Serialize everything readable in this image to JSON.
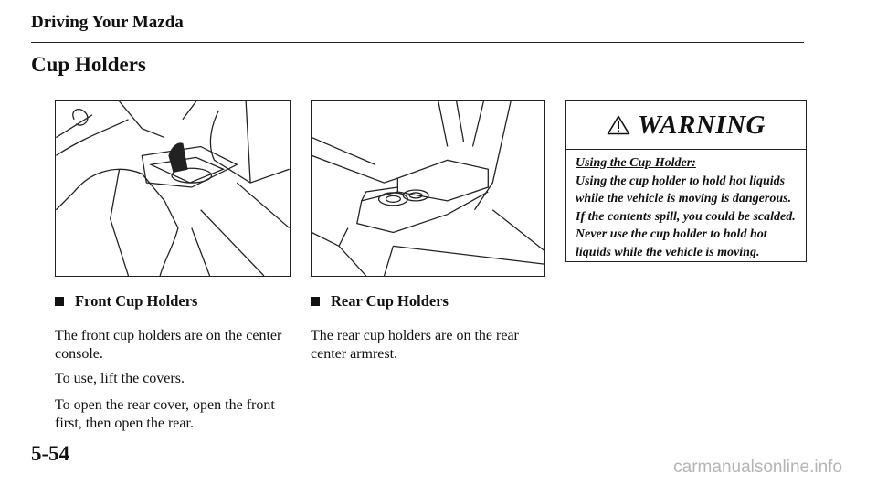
{
  "header": {
    "title": "Driving Your Mazda"
  },
  "page": {
    "title": "Cup Holders",
    "number": "5-54"
  },
  "front": {
    "subhead": "Front Cup Holders",
    "paragraphs": [
      "The front cup holders are on the center console.",
      "To use, lift the covers.",
      "To open the rear cover, open the front first, then open the rear."
    ],
    "illustration_icon": "front-cup-holder-illustration"
  },
  "rear": {
    "subhead": "Rear Cup Holders",
    "paragraphs": [
      "The rear cup holders are on the rear center armrest."
    ],
    "illustration_icon": "rear-cup-holder-illustration"
  },
  "warning": {
    "title": "WARNING",
    "icon": "warning-triangle-icon",
    "subtitle": "Using the Cup Holder:",
    "body": "Using the cup holder to hold hot liquids while the vehicle is moving is dangerous. If the contents spill, you could be scalded. Never use the cup holder to hold hot liquids while the vehicle is moving."
  },
  "watermark": "carmanualsonline.info"
}
